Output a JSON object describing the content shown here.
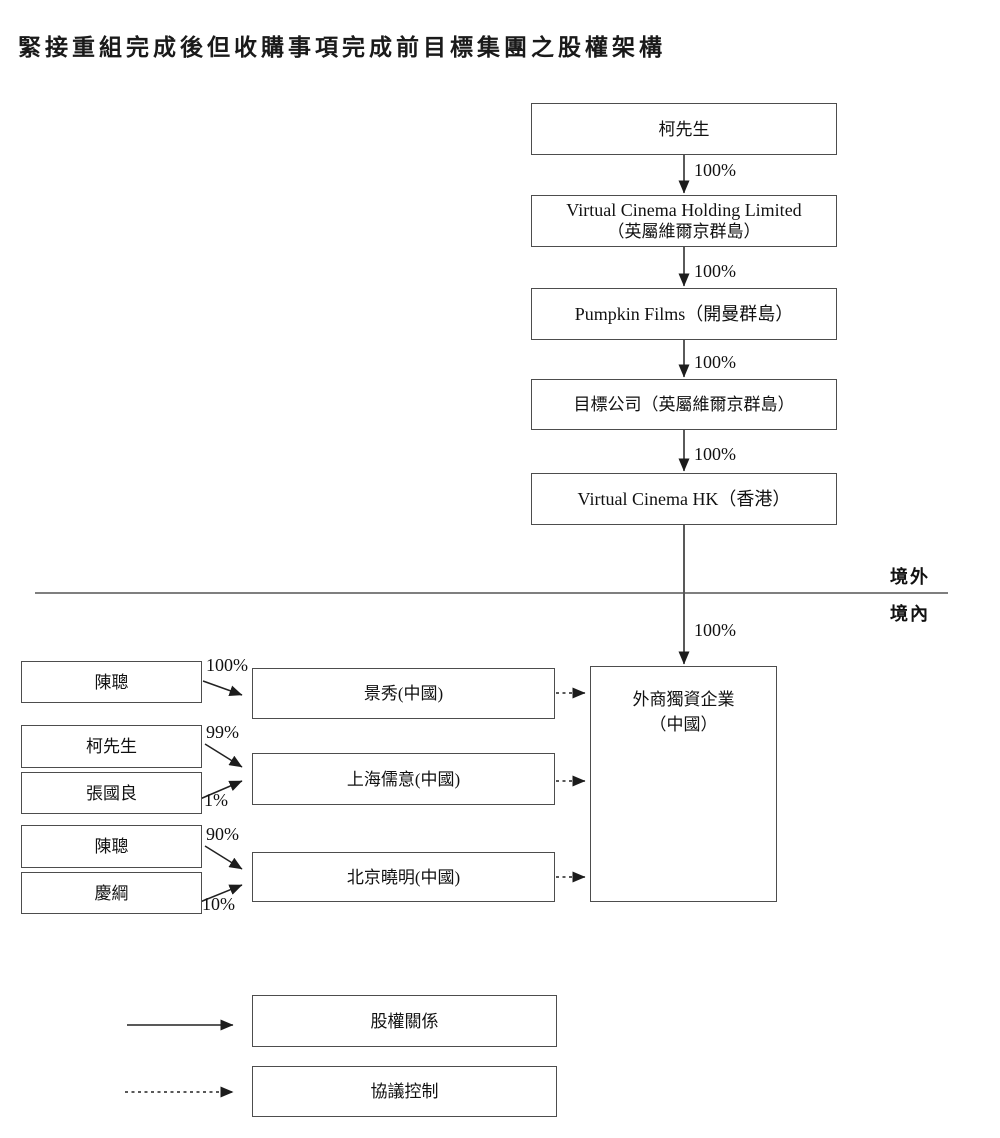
{
  "title": "緊接重組完成後但收購事項完成前目標集團之股權架構",
  "offshore": {
    "nodes": [
      {
        "line1": "柯先生"
      },
      {
        "line1": "Virtual Cinema Holding Limited",
        "line2": "（英屬維爾京群島）"
      },
      {
        "line1": "Pumpkin Films（開曼群島）"
      },
      {
        "line1": "目標公司（英屬維爾京群島）"
      },
      {
        "line1": "Virtual Cinema HK（香港）"
      }
    ],
    "edge_labels": [
      "100%",
      "100%",
      "100%",
      "100%"
    ]
  },
  "divider": {
    "above": "境外",
    "below": "境內"
  },
  "onshore": {
    "wfoe": {
      "line1": "外商獨資企業",
      "line2": "（中國）"
    },
    "wfoe_edge_label": "100%",
    "shareholders": [
      {
        "name": "陳聰",
        "pct": "100%"
      },
      {
        "name": "柯先生",
        "pct": "99%"
      },
      {
        "name": "張國良",
        "pct": "1%"
      },
      {
        "name": "陳聰",
        "pct": "90%"
      },
      {
        "name": "慶綱",
        "pct": "10%"
      }
    ],
    "opcos": [
      {
        "name": "景秀(中國)"
      },
      {
        "name": "上海儒意(中國)"
      },
      {
        "name": "北京曉明(中國)"
      }
    ]
  },
  "legend": {
    "items": [
      {
        "label": "股權關係",
        "line_style": "solid"
      },
      {
        "label": "協議控制",
        "line_style": "dashed"
      }
    ]
  },
  "colors": {
    "line": "#222222",
    "box_border": "#4d4d4d",
    "divider": "#555555"
  }
}
